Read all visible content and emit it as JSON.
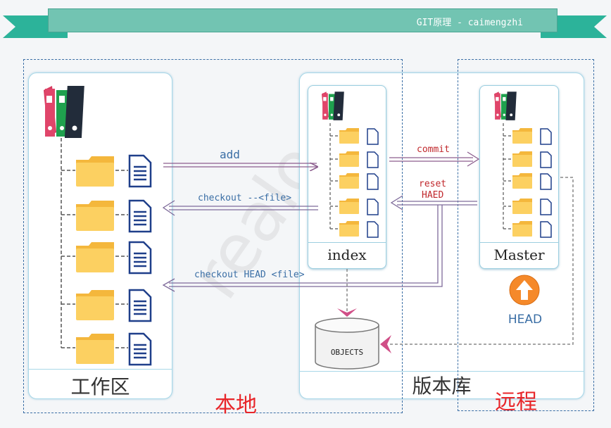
{
  "banner": {
    "title": "GIT原理 - caimengzhi"
  },
  "watermark": "realo",
  "workspace": {
    "title": "工作区"
  },
  "repository": {
    "title": "版本库"
  },
  "index": {
    "label": "index"
  },
  "master": {
    "label": "Master"
  },
  "head": {
    "label": "HEAD"
  },
  "objects": {
    "label": "OBJECTS"
  },
  "arrows": {
    "add": "add",
    "checkout_file": "checkout --<file>",
    "checkout_head": "checkout HEAD <file>",
    "commit": "commit",
    "reset_line1": "reset",
    "reset_line2": "HAED"
  },
  "regions": {
    "local": "本地",
    "remote": "远程"
  },
  "colors": {
    "banner": "#72c4b2",
    "arrow_red": "#c0282c",
    "arrow_blue": "#3a6ea5",
    "region_red": "#e8262a",
    "head_orange": "#f5892a"
  }
}
